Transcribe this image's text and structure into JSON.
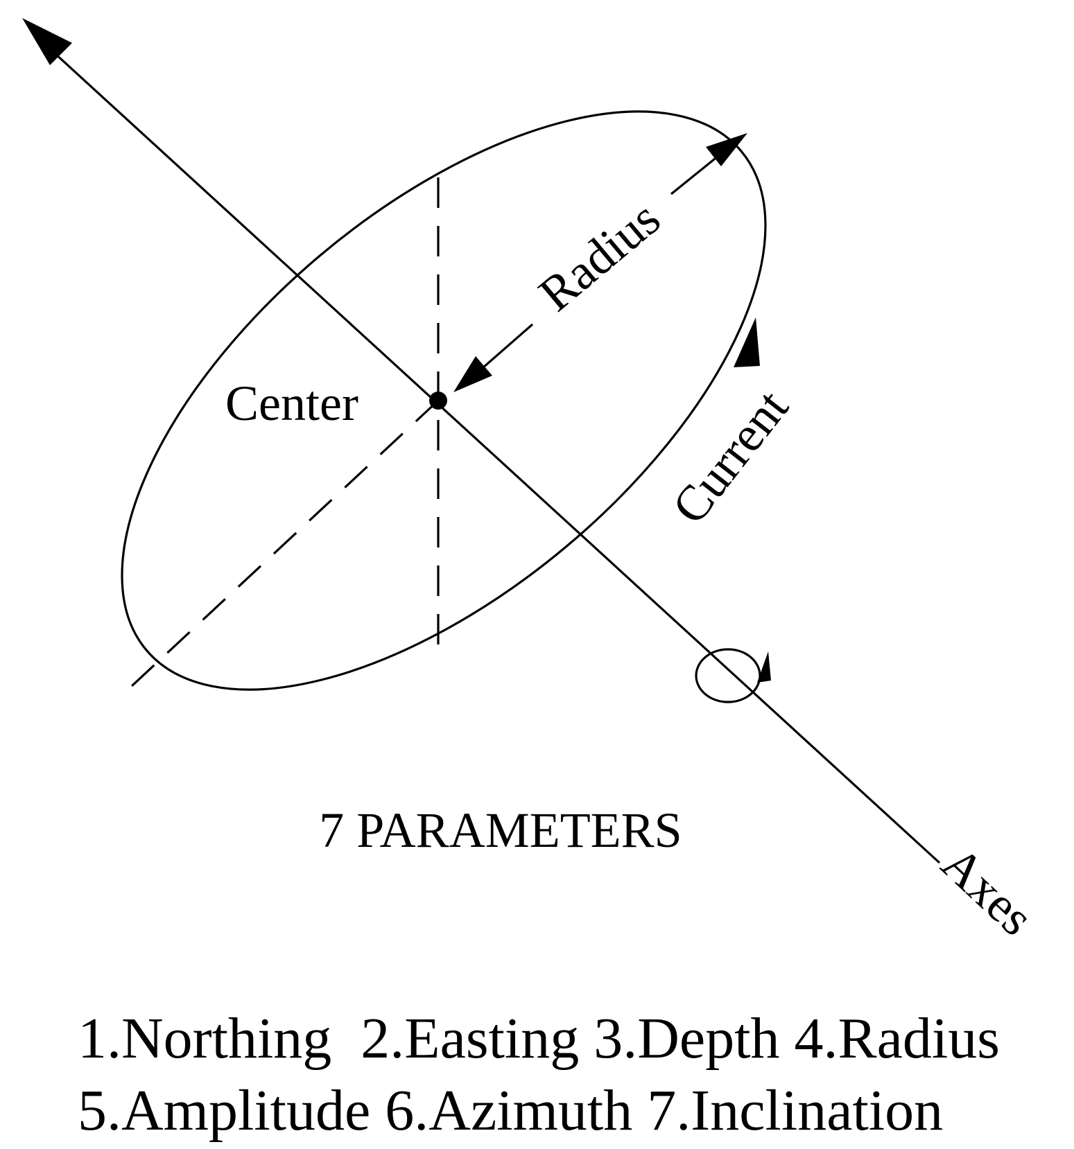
{
  "labels": {
    "center": "Center",
    "radius": "Radius",
    "current": "Current",
    "axes": "Axes",
    "title": "7 PARAMETERS"
  },
  "parameters": {
    "line1": "1.Northing  2.Easting 3.Depth 4.Radius",
    "line2": "5.Amplitude 6.Azimuth 7.Inclination"
  }
}
